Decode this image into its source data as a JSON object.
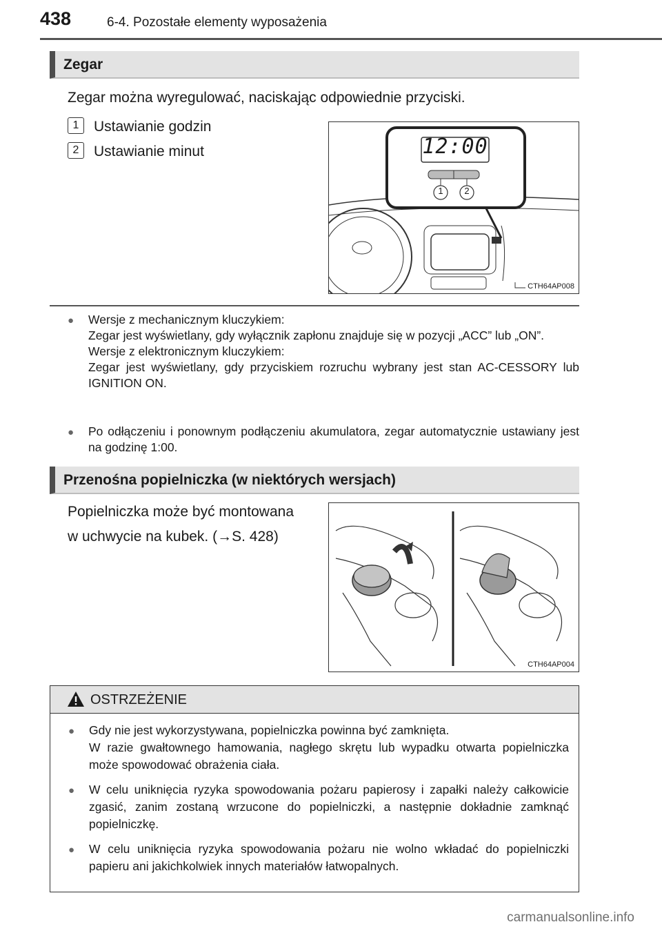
{
  "header": {
    "page_number": "438",
    "section_title": "6-4. Pozostałe elementy wyposażenia"
  },
  "clock_section": {
    "title": "Zegar",
    "intro": "Zegar można wyregulować, naciskając odpowiednie przyciski.",
    "items": [
      {
        "num": "1",
        "label": "Ustawianie godzin"
      },
      {
        "num": "2",
        "label": "Ustawianie minut"
      }
    ],
    "illustration": {
      "display_time": "12:00",
      "callouts": [
        "1",
        "2"
      ],
      "code": "CTH64AP008"
    }
  },
  "notes": [
    {
      "lines": [
        "Wersje z mechanicznym kluczykiem:",
        "Zegar jest wyświetlany, gdy wyłącznik zapłonu znajduje się w pozycji „ACC” lub „ON”.",
        "Wersje z elektronicznym kluczykiem:",
        "Zegar jest wyświetlany, gdy przyciskiem rozruchu wybrany jest stan AC-CESSORY lub IGNITION ON."
      ]
    },
    {
      "lines": [
        "Po odłączeniu i ponownym podłączeniu akumulatora, zegar automatycznie ustawiany jest na godzinę 1:00."
      ]
    }
  ],
  "ashtray_section": {
    "title": "Przenośna popielniczka (w niektórych wersjach)",
    "text_line1": "Popielniczka może być montowana",
    "text_line2_prefix": "w uchwycie na kubek. (",
    "arrow": "→",
    "text_line2_suffix": "S. 428)",
    "illustration": {
      "code": "CTH64AP004"
    }
  },
  "warning": {
    "title": "OSTRZEŻENIE",
    "items": [
      {
        "lines": [
          "Gdy nie jest wykorzystywana, popielniczka powinna być zamknięta.",
          "W razie gwałtownego hamowania, nagłego skrętu lub wypadku otwarta popielniczka może spowodować obrażenia ciała."
        ]
      },
      {
        "lines": [
          "W celu uniknięcia ryzyka spowodowania pożaru papierosy i zapałki należy całkowicie zgasić, zanim zostaną wrzucone do popielniczki, a następnie dokładnie zamknąć popielniczkę."
        ]
      },
      {
        "lines": [
          "W celu uniknięcia ryzyka spowodowania pożaru nie wolno wkładać do popielniczki papieru ani jakichkolwiek innych materiałów łatwopalnych."
        ]
      }
    ]
  },
  "watermark": "carmanualsonline.info",
  "bullet_glyph": "●"
}
